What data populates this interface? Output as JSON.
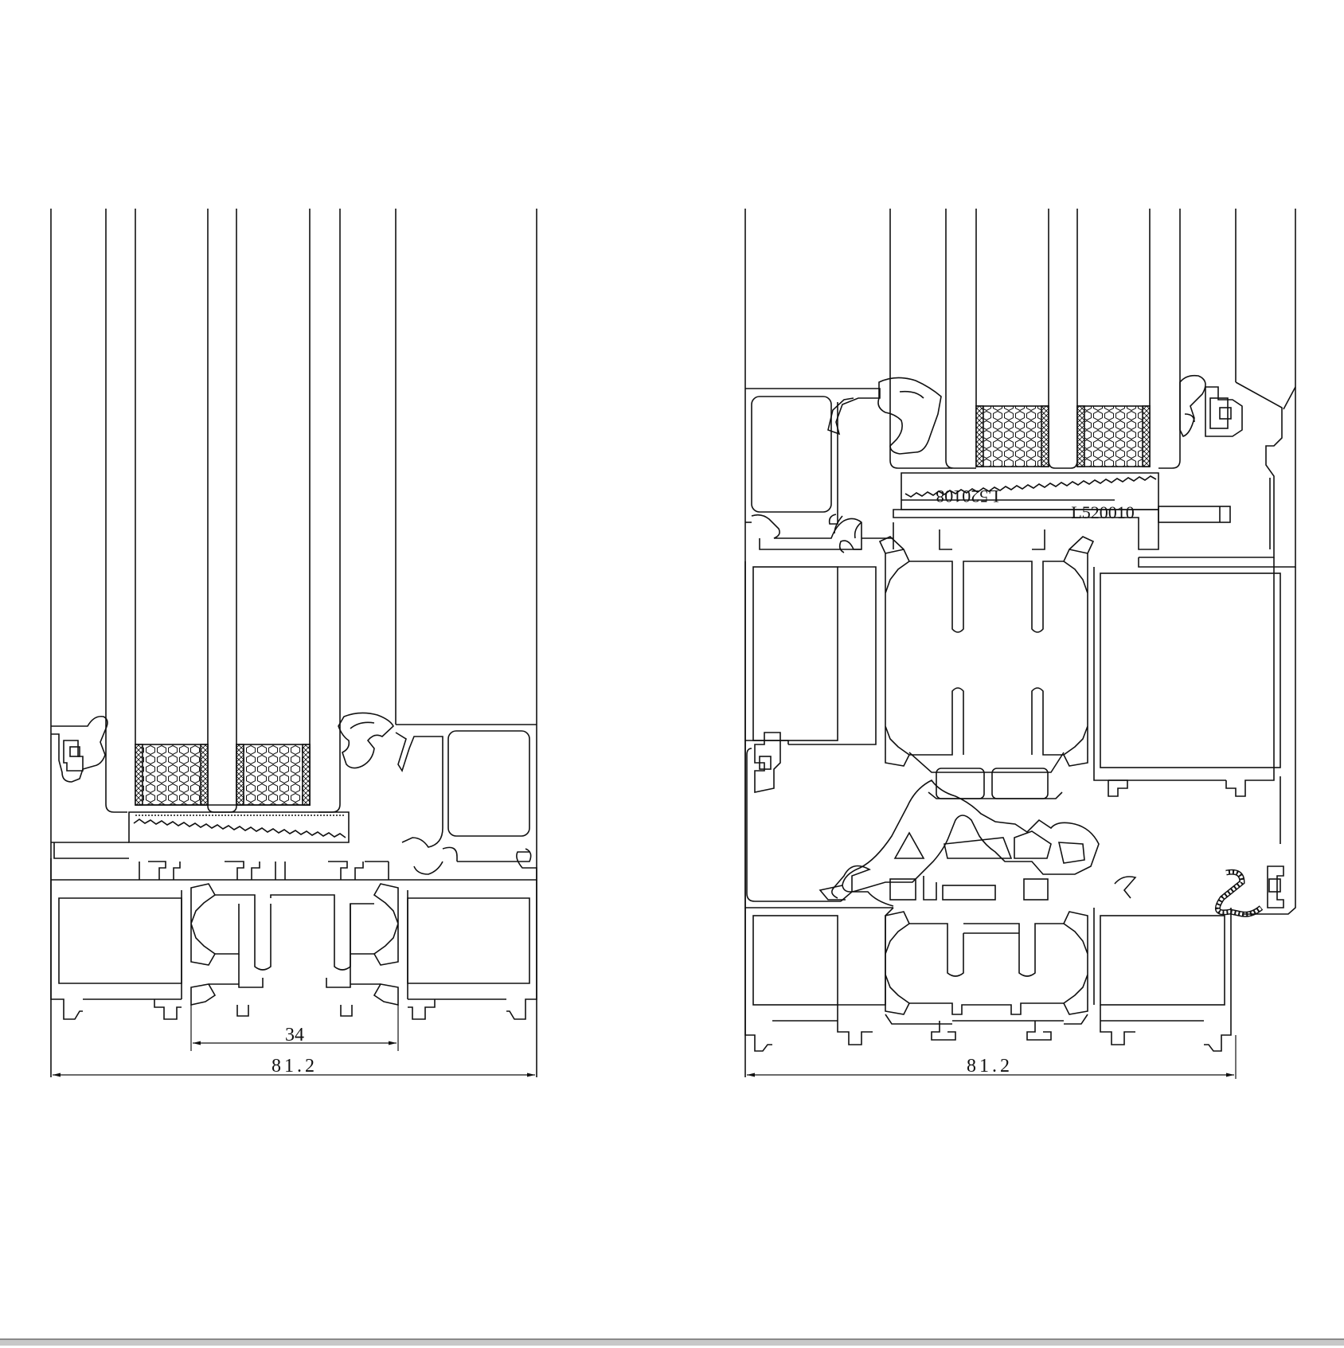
{
  "colors": {
    "line": "#111111",
    "background": "#ffffff",
    "fill": "#ffffff"
  },
  "left_section": {
    "dim_overall": "81.2",
    "dim_core": "34"
  },
  "right_section": {
    "dim_overall": "81.2",
    "part_label_mirrored": "L520108",
    "part_label": "L520010"
  }
}
